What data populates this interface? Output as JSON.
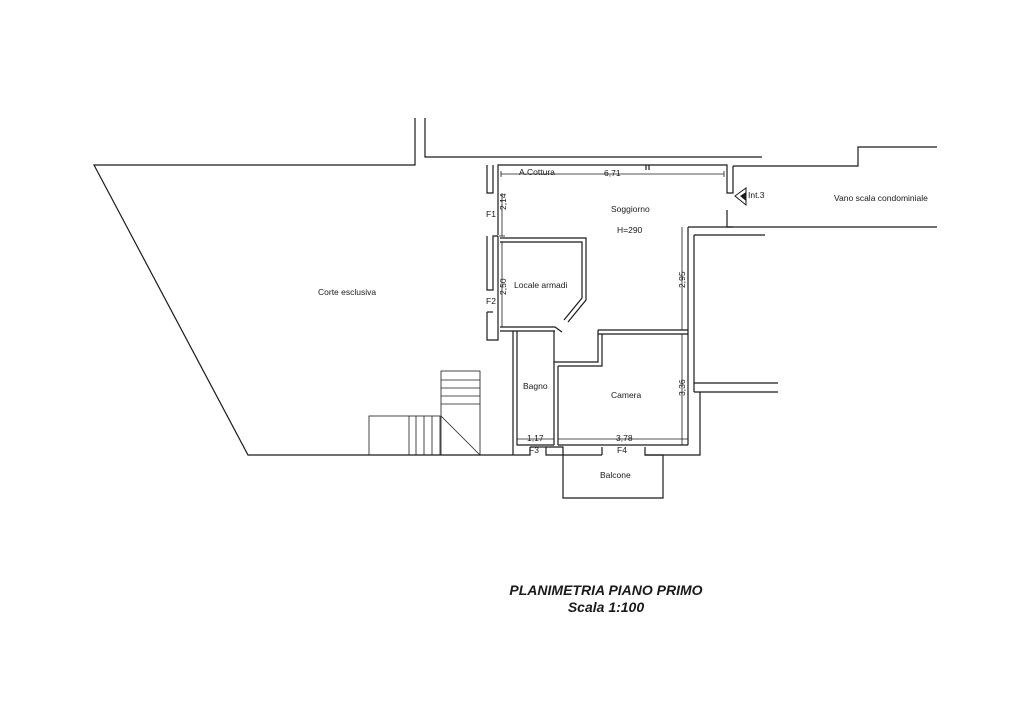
{
  "rooms": {
    "corte": "Corte esclusiva",
    "cottura": "A.Cottura",
    "soggiorno": "Soggiorno",
    "height": "H=290",
    "armadi": "Locale armadi",
    "bagno": "Bagno",
    "camera": "Camera",
    "balcone": "Balcone",
    "vano": "Vano scala condominiale",
    "int": "Int.3"
  },
  "windows": {
    "f1": "F1",
    "f2": "F2",
    "f3": "F3",
    "f4": "F4"
  },
  "dimensions": {
    "top_width": "6,71",
    "left_upper": "2,14",
    "left_lower": "2,50",
    "right_upper": "2,95",
    "right_lower": "3,36",
    "bottom_bagno": "1,17",
    "bottom_camera": "3,78"
  },
  "title": {
    "line1": "PLANIMETRIA PIANO PRIMO",
    "line2": "Scala 1:100"
  }
}
